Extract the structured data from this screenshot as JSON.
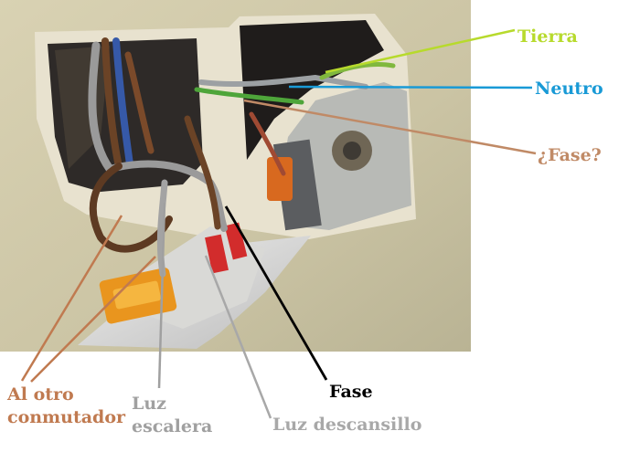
{
  "labels": {
    "tierra": "Tierra",
    "neutro": "Neutro",
    "fase_question": "¿Fase?",
    "fase": "Fase",
    "luz_descansillo": "Luz descansillo",
    "luz_escalera_line1": "Luz",
    "luz_escalera_line2": "escalera",
    "al_otro_line1": "Al otro",
    "al_otro_line2": "conmutador"
  },
  "colors": {
    "tierra": "#b7da2c",
    "neutro": "#199ad6",
    "fase_question": "#c08a66",
    "fase": "#000000",
    "luz_descansillo": "#a8a8a8",
    "luz_escalera": "#a0a0a0",
    "al_otro": "#c07a50"
  }
}
